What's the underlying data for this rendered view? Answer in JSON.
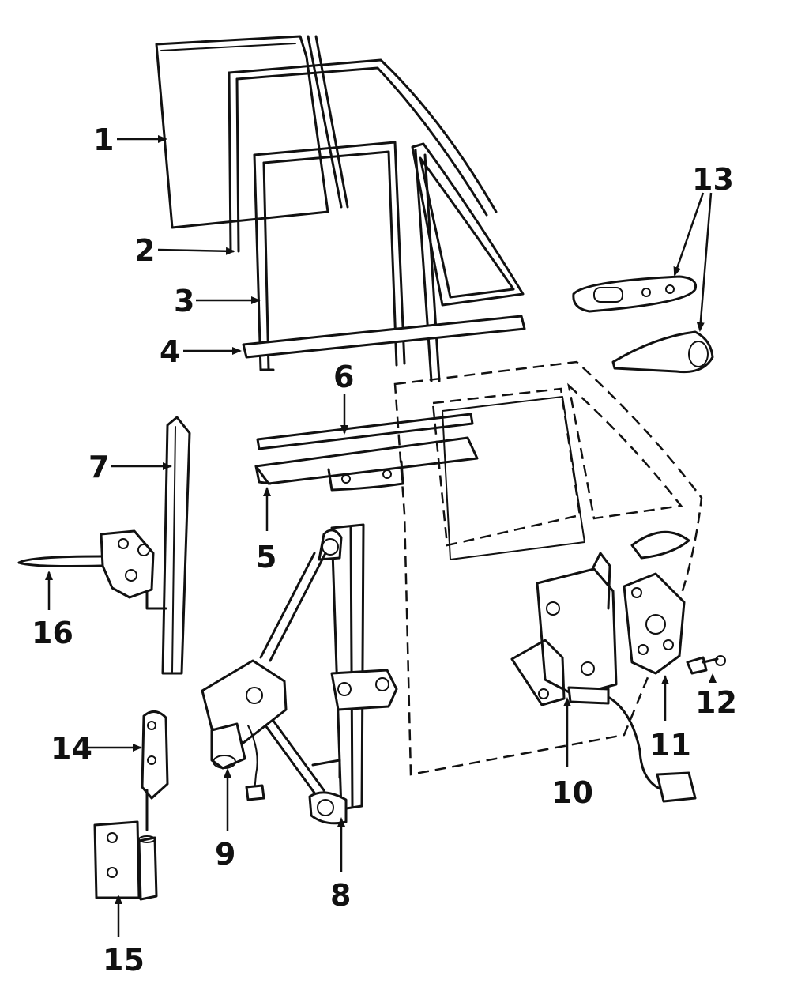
{
  "callouts": [
    {
      "id": "1",
      "text": "1"
    },
    {
      "id": "2",
      "text": "2"
    },
    {
      "id": "3",
      "text": "3"
    },
    {
      "id": "4",
      "text": "4"
    },
    {
      "id": "5",
      "text": "5"
    },
    {
      "id": "6",
      "text": "6"
    },
    {
      "id": "7",
      "text": "7"
    },
    {
      "id": "8",
      "text": "8"
    },
    {
      "id": "9",
      "text": "9"
    },
    {
      "id": "10",
      "text": "10"
    },
    {
      "id": "11",
      "text": "11"
    },
    {
      "id": "12",
      "text": "12"
    },
    {
      "id": "13",
      "text": "13"
    },
    {
      "id": "14",
      "text": "14"
    },
    {
      "id": "15",
      "text": "15"
    },
    {
      "id": "16",
      "text": "16"
    }
  ],
  "colors": {
    "ink": "#111111",
    "background": "#ffffff"
  }
}
